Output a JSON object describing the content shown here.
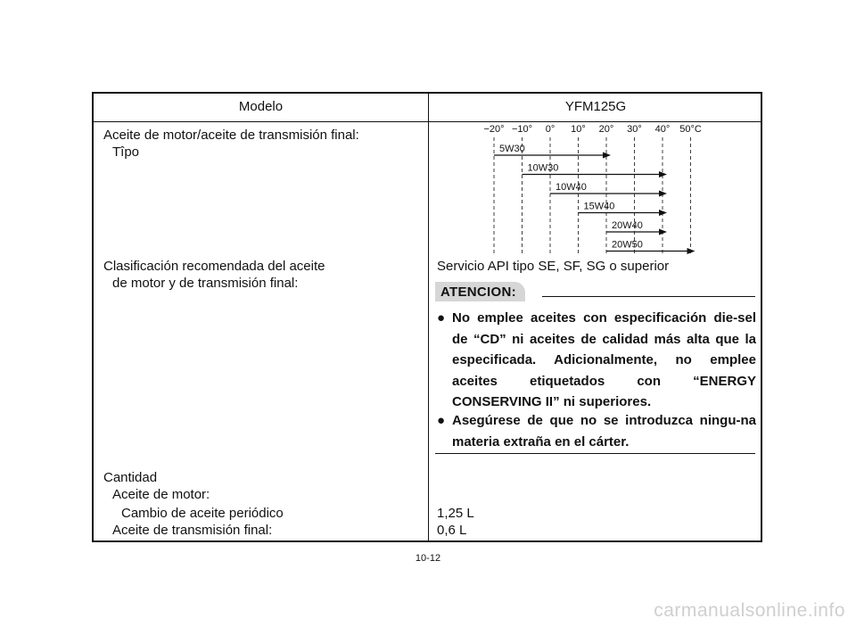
{
  "table": {
    "header": {
      "left": "Modelo",
      "right": "YFM125G"
    },
    "row1": {
      "label_line1": "Aceite de motor/aceite de transmisión final:",
      "label_line2": "Tîpo",
      "chart": {
        "temps": [
          "−20°",
          "−10°",
          "0°",
          "10°",
          "20°",
          "30°",
          "40°",
          "50°C"
        ],
        "grades": [
          {
            "name": "5W30",
            "from": "−20°",
            "to": "20°"
          },
          {
            "name": "10W30",
            "from": "−10°",
            "to": "40°"
          },
          {
            "name": "10W40",
            "from": "0°",
            "to": "40°"
          },
          {
            "name": "15W40",
            "from": "10°",
            "to": "40°"
          },
          {
            "name": "20W40",
            "from": "20°",
            "to": "40°"
          },
          {
            "name": "20W50",
            "from": "20°",
            "to": "50°C"
          }
        ]
      }
    },
    "row2": {
      "label_line1": "Clasificación recomendada del aceite",
      "label_line2": "de motor y de transmisión final:",
      "value": "Servicio API tipo SE, SF, SG o superior",
      "attention_title": "ATENCION:",
      "bullet_symbol": "●",
      "bullet1": "No emplee aceites con especificación die-sel de “CD” ni aceites de calidad más alta que la especificada. Adicionalmente, no emplee aceites etiquetados con “ENERGY CONSERVING II” ni superiores.",
      "bullet2": "Asegúrese de que no se introduzca ningu-na materia extraña en el cárter."
    },
    "row3": {
      "label_main": "Cantidad",
      "label_sub1": "Aceite de motor:",
      "label_sub1a": "Cambio de aceite periódico",
      "label_sub2": "Aceite de transmisión final:",
      "value1": "1,25 L",
      "value2": "0,6 L"
    }
  },
  "page_number": "10-12",
  "watermark": "carmanualsonline.info"
}
